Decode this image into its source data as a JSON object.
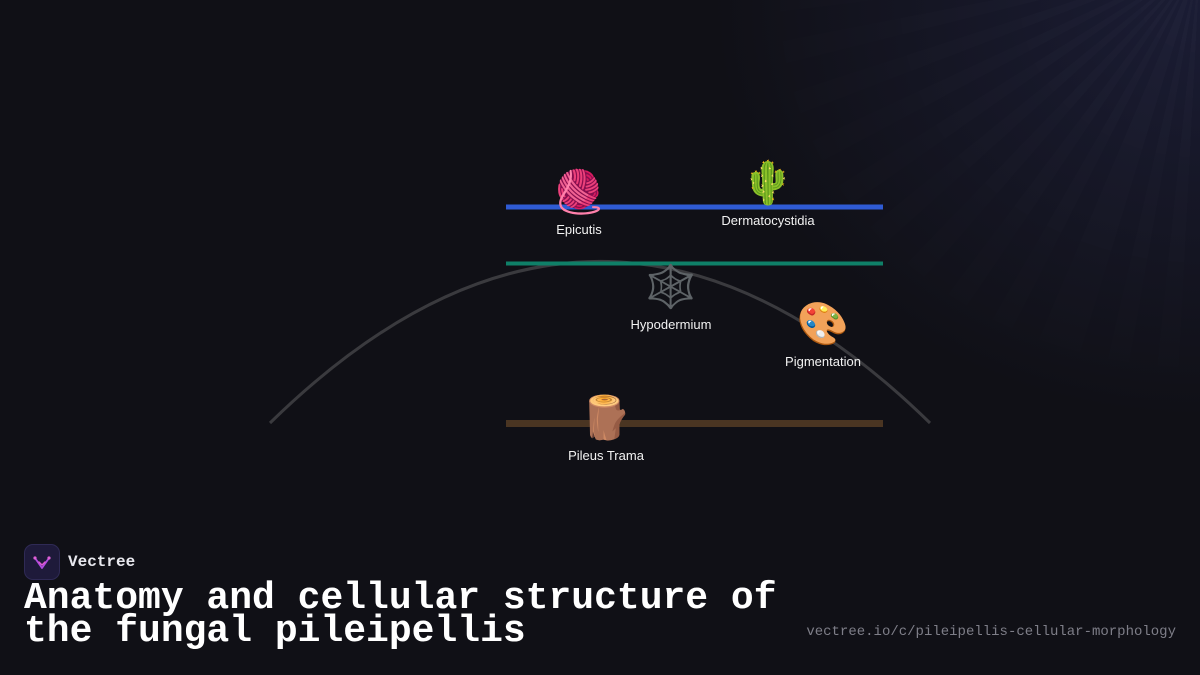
{
  "diagram": {
    "nodes": [
      {
        "id": "epicutis",
        "label": "Epicutis",
        "icon": "yarn-ball-icon",
        "glyph": "🧶"
      },
      {
        "id": "dermatocystidia",
        "label": "Dermatocystidia",
        "icon": "cactus-icon",
        "glyph": "🌵"
      },
      {
        "id": "hypodermium",
        "label": "Hypodermium",
        "icon": "spider-web-icon",
        "glyph": "🕸️"
      },
      {
        "id": "pigmentation",
        "label": "Pigmentation",
        "icon": "artist-palette-icon",
        "glyph": "🎨"
      },
      {
        "id": "pileus-trama",
        "label": "Pileus Trama",
        "icon": "wood-log-icon",
        "glyph": "🪵"
      }
    ],
    "layer_colors": {
      "epicutis_layer": "#2f5bd4",
      "hypodermium_layer": "#0f8068",
      "trama_layer": "#4a3522"
    },
    "arc_color": "#3a3a3e"
  },
  "brand": {
    "name": "Vectree",
    "logo_icon": "vectree-logo-icon"
  },
  "title": "Anatomy and cellular structure of the fungal pileipellis",
  "url": "vectree.io/c/pileipellis-cellular-morphology",
  "theme": {
    "background": "#101016",
    "text": "#ffffff",
    "muted": "#7e7e88"
  }
}
